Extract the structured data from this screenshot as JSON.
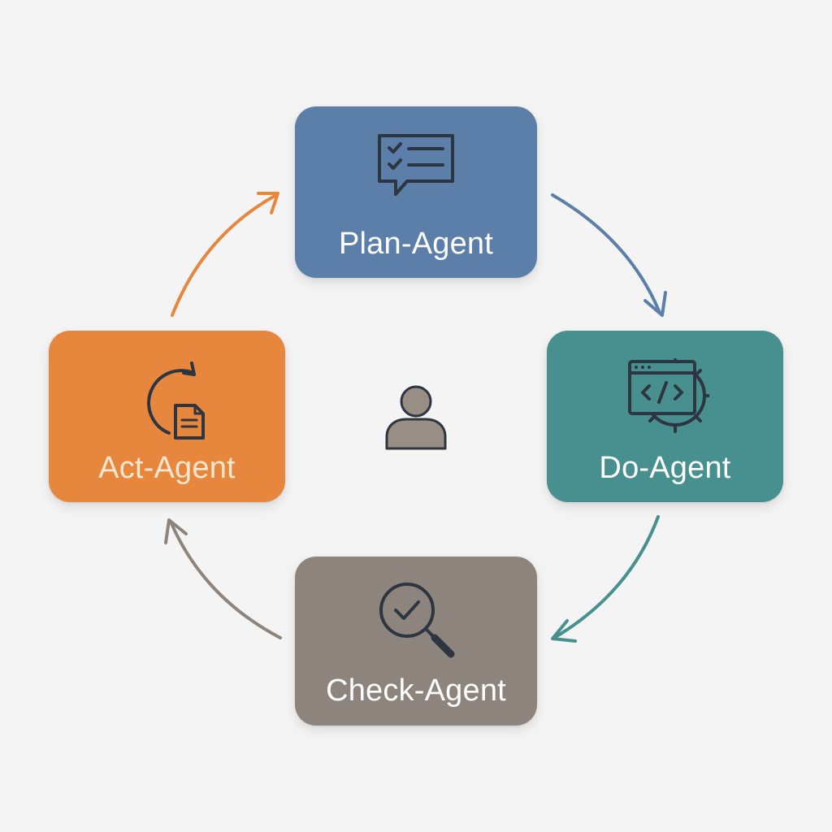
{
  "diagram": {
    "nodes": [
      {
        "id": "plan",
        "label": "Plan-Agent",
        "icon": "chat-checklist-icon",
        "color": "#5b7fa9"
      },
      {
        "id": "do",
        "label": "Do-Agent",
        "icon": "code-gear-icon",
        "color": "#47908f"
      },
      {
        "id": "check",
        "label": "Check-Agent",
        "icon": "magnifier-check-icon",
        "color": "#8d857d"
      },
      {
        "id": "act",
        "label": "Act-Agent",
        "icon": "refresh-document-icon",
        "color": "#e7873d"
      }
    ],
    "center_icon": "user-icon",
    "arrows": [
      {
        "from": "plan",
        "to": "do",
        "color": "#5b7fa9"
      },
      {
        "from": "do",
        "to": "check",
        "color": "#47908f"
      },
      {
        "from": "check",
        "to": "act",
        "color": "#8d857d"
      },
      {
        "from": "act",
        "to": "plan",
        "color": "#e7873d"
      }
    ],
    "icon_stroke_color": "#2d3540",
    "background_color": "#f3f4f3"
  }
}
